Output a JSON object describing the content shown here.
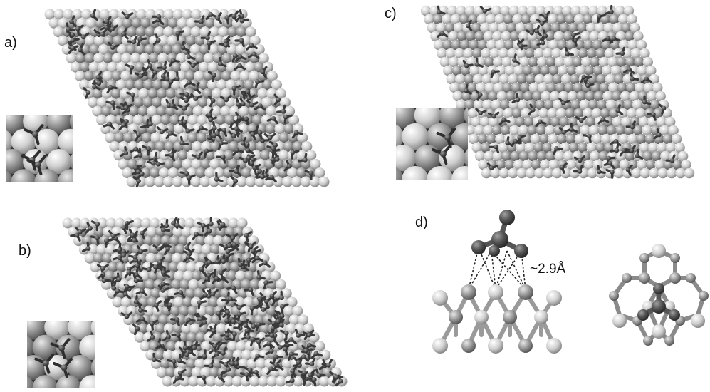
{
  "figure": {
    "panels": [
      {
        "id": "a",
        "label": "a)"
      },
      {
        "id": "b",
        "label": "b)"
      },
      {
        "id": "c",
        "label": "c)"
      },
      {
        "id": "d",
        "label": "d)"
      }
    ],
    "bond_distance_label": "~2.9Å"
  }
}
